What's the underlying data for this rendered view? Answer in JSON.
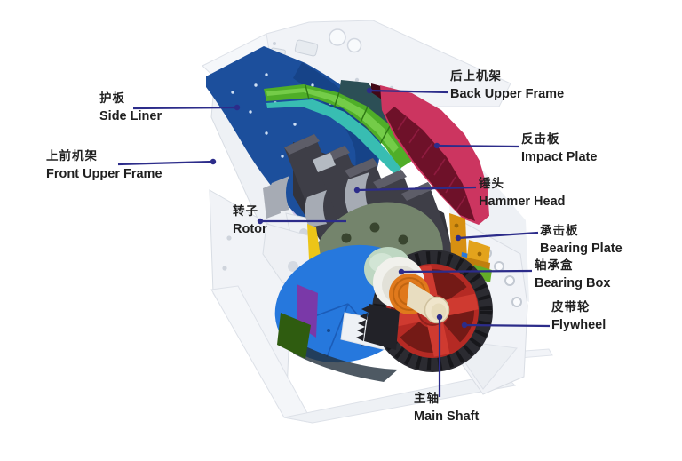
{
  "diagram": {
    "description": "Exploded color 3D illustration of an impact / hammer crusher with bilingual part labels",
    "labels": [
      {
        "zh": "护板",
        "en": "Side Liner"
      },
      {
        "zh": "上前机架",
        "en": "Front Upper Frame"
      },
      {
        "zh": "转子",
        "en": "Rotor"
      },
      {
        "zh": "后上机架",
        "en": "Back Upper Frame"
      },
      {
        "zh": "反击板",
        "en": "Impact Plate"
      },
      {
        "zh": "锤头",
        "en": "Hammer Head"
      },
      {
        "zh": "承击板",
        "en": "Bearing Plate"
      },
      {
        "zh": "轴承盒",
        "en": "Bearing Box"
      },
      {
        "zh": "皮带轮",
        "en": "Flywheel"
      },
      {
        "zh": "主轴",
        "en": "Main Shaft"
      }
    ],
    "colors": {
      "leader_line": "#2c2c8a",
      "label_text": "#1f1f1f",
      "frame_white": "#f1f3f7",
      "side_liner_blue": "#1c4f9c",
      "liner_green": "#4fae28",
      "liner_cyan": "#38bdb2",
      "back_plate_teal": "#2c4f56",
      "impact_plate_rim": "#cc3560",
      "impact_plate_face": "#6e1129",
      "rotor_gray": "#3e3e47",
      "hammer_gray": "#a6abb4",
      "rotor_end_disc": "#74846c",
      "disc_blue": "#2678dd",
      "wedge_purple": "#7a39a8",
      "wedge_green": "#2f5c10",
      "strip_yellow": "#ecc518",
      "strip_lavender": "#cdc3ea",
      "bearing_bracket_orange": "#d79012",
      "bearing_ring_orange": "#e0791c",
      "bearing_sphere_green": "#bed7c2",
      "flywheel_red": "#b52a24",
      "flywheel_rim_dark": "#2b2b31",
      "shaft_cream": "#efe5cb"
    }
  }
}
